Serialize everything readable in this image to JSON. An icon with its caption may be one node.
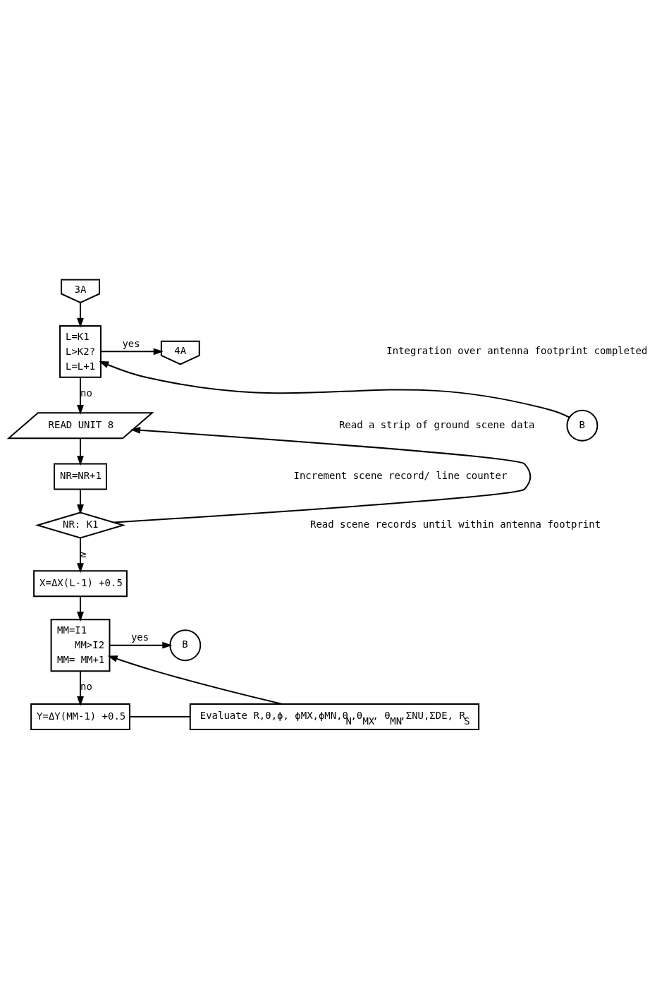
{
  "diagram": {
    "nodes": [
      {
        "text": [
          "3A"
        ]
      },
      {
        "text": [
          "L=K1",
          "L>K2?",
          "L=L+1"
        ]
      },
      {
        "text": [
          "4A"
        ]
      },
      {
        "text": [
          "B"
        ]
      },
      {
        "text": [
          "READ UNIT 8"
        ]
      },
      {
        "text": [
          "NR=NR+1"
        ]
      },
      {
        "text": [
          "NR: K1"
        ]
      },
      {
        "text": [
          "X=ΔX(L-1) +0.5"
        ]
      },
      {
        "text": [
          "MM=I1",
          "MM>I2",
          "MM= MM+1"
        ]
      },
      {
        "text": [
          "B"
        ]
      },
      {
        "text": [
          "Y=ΔY(MM-1) +0.5"
        ]
      },
      {
        "text": [
          "Evaluate R,θ,ϕ, ϕMX,ϕMN,θ$_{N}$,θ$_{MX}$, θ$_{MN}$,ΣNU,ΣDE, R$_{S}$"
        ]
      }
    ],
    "edges": [
      {
        "from": 0,
        "to": 1,
        "arrow": "to"
      },
      {
        "from": 1,
        "to": 2,
        "arrow": "to",
        "label": "yes"
      },
      {
        "from": 1,
        "to": 4,
        "arrow": "to",
        "label": "no"
      },
      {
        "from": 3,
        "to": 1,
        "arrow": "to"
      },
      {
        "from": 6,
        "to": 4,
        "arrow": "to"
      },
      {
        "from": 4,
        "to": 5,
        "arrow": "to"
      },
      {
        "from": 5,
        "to": 6,
        "arrow": "to"
      },
      {
        "from": 6,
        "to": 7,
        "arrow": "to",
        "label": "≥"
      },
      {
        "from": 7,
        "to": 8,
        "arrow": "to"
      },
      {
        "from": 8,
        "to": 9,
        "arrow": "to",
        "label": "yes"
      },
      {
        "from": 8,
        "to": 10,
        "arrow": "to",
        "label": "no"
      },
      {
        "from": 10,
        "to": 11,
        "arrow": "none"
      },
      {
        "from": 11,
        "to": 8,
        "arrow": "to"
      }
    ],
    "labels": [
      "Integration over antenna footprint completed",
      "Read a strip of ground scene data",
      "Increment scene record/ line counter",
      "Read scene records until within antenna footprint"
    ]
  }
}
